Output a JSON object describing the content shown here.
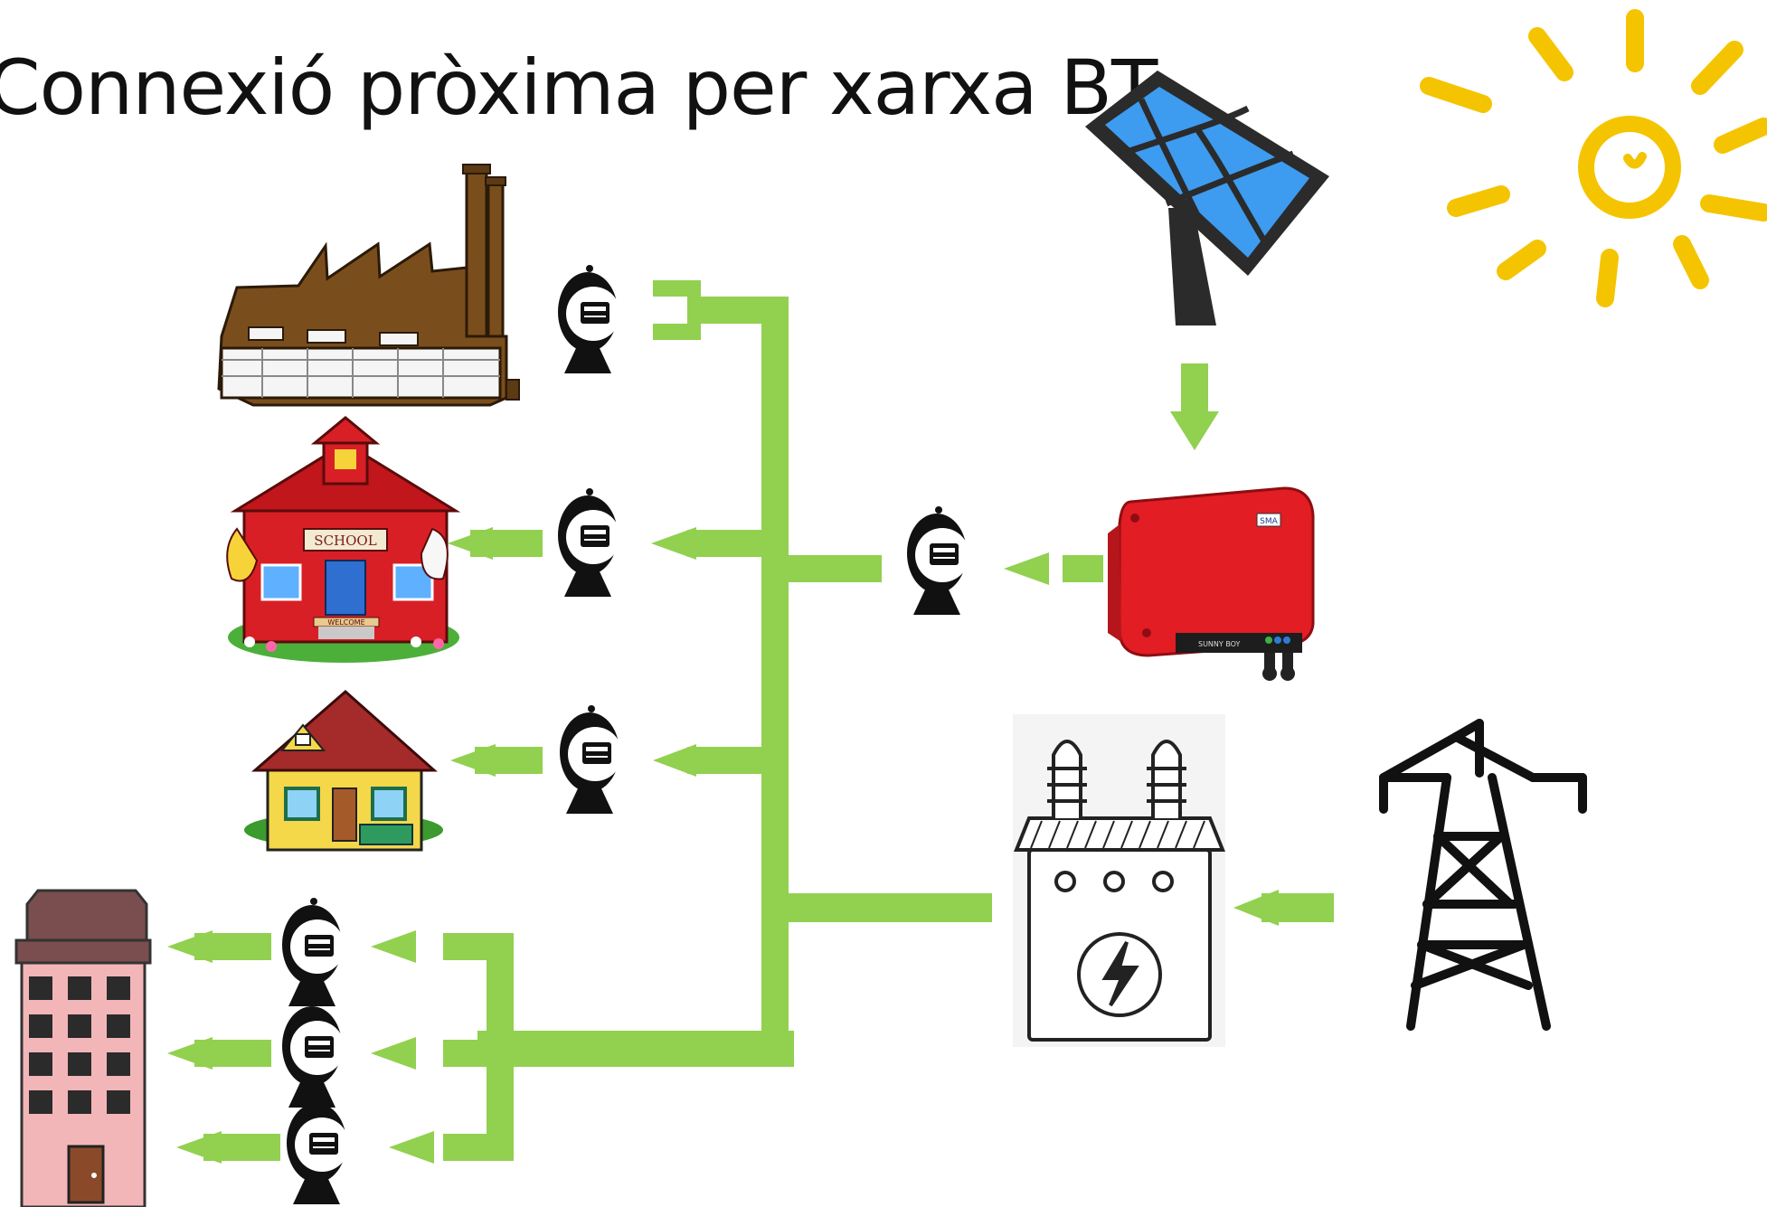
{
  "title": "Connexió pròxima per xarxa BT",
  "colors": {
    "flow": "#92d050",
    "meter_body": "#111111",
    "meter_face": "#ffffff",
    "factory": "#7a4e1c",
    "school": "#d81f26",
    "house_roof": "#a52a2a",
    "house_wall": "#f4d84a",
    "apartment": "#f3b6b8",
    "inverter": "#e21d24",
    "panel": "#3d9bf0",
    "sun": "#f5c400",
    "tower": "#111111"
  },
  "nodes": {
    "factory": "factory",
    "school": "school",
    "house": "house",
    "apartment": "apartment-building",
    "solar_panel": "solar-panel",
    "sun": "sun",
    "inverter": "inverter",
    "transformer": "transformer",
    "tower": "power-tower"
  },
  "images": {
    "school_sign": "SCHOOL",
    "school_mat": "WELCOME",
    "inverter_label": "SUNNY BOY",
    "inverter_brand": "SMA"
  },
  "meter_count": 7
}
